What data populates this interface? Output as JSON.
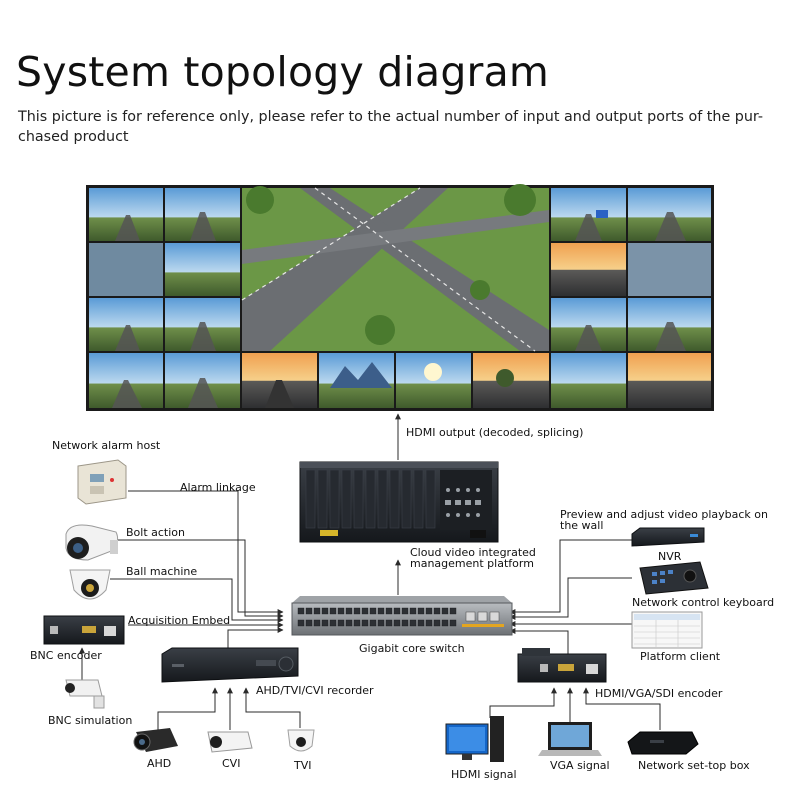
{
  "title": "System topology diagram",
  "subtitle": "This picture is for reference only, please refer to the actual number of input and output ports of the pur-chased product",
  "labels": {
    "hdmi_output": "HDMI output (decoded, splicing)",
    "network_alarm_host": "Network alarm host",
    "alarm_linkage": "Alarm linkage",
    "bolt_action": "Bolt action",
    "ball_machine": "Ball machine",
    "acquisition_embed": "Acquisition Embed",
    "bnc_encoder": "BNC encoder",
    "bnc_simulation": "BNC simulation",
    "cloud_platform_line1": "Cloud video integrated",
    "cloud_platform_line2": "management platform",
    "gigabit_switch": "Gigabit core switch",
    "recorder": "AHD/TVI/CVI recorder",
    "ahd": "AHD",
    "cvi": "CVI",
    "tvi": "TVI",
    "preview_line1": "Preview and adjust video playback on",
    "preview_line2": "the wall",
    "nvr": "NVR",
    "network_control_keyboard": "Network control keyboard",
    "platform_client": "Platform client",
    "hdmi_vga_sdi_encoder": "HDMI/VGA/SDI encoder",
    "hdmi_signal": "HDMI signal",
    "vga_signal": "VGA signal",
    "network_set_top_box": "Network set-top box"
  },
  "colors": {
    "line": "#2b2b2b",
    "device_dark": "#1f2328",
    "switch_gray": "#8a8d90",
    "sky": "#6aa7d8",
    "road": "#4d4f52",
    "grass": "#5f8f3a"
  }
}
